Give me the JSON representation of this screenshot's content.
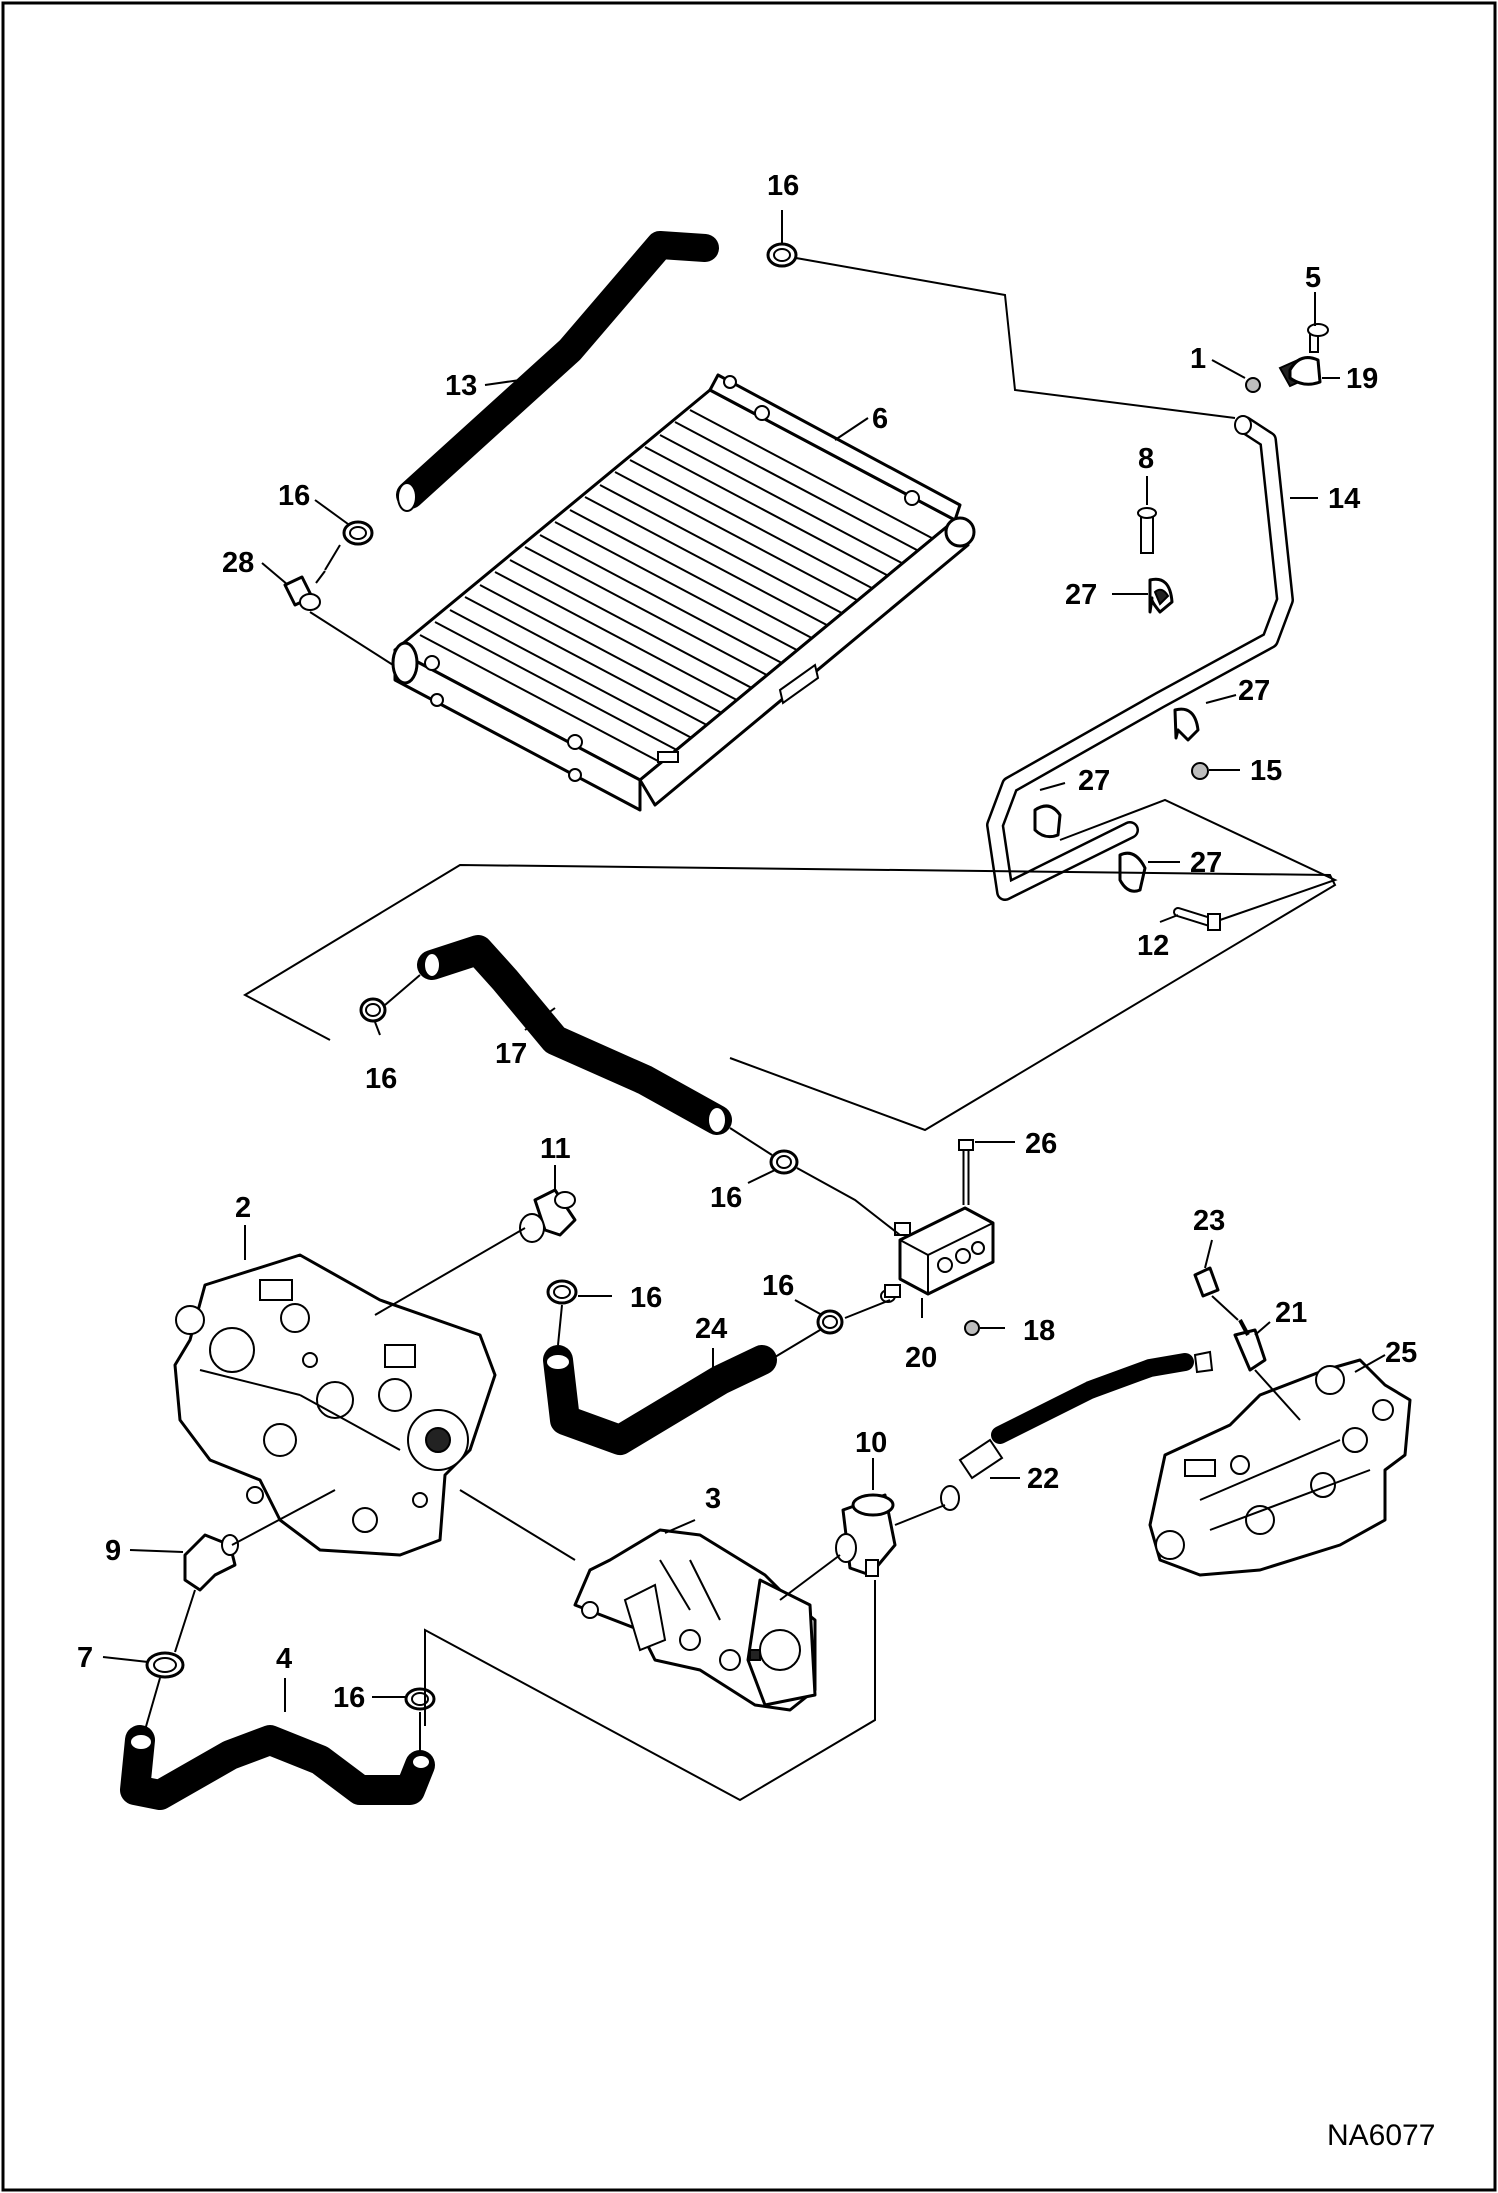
{
  "figure_id": "NA6077",
  "callouts": {
    "c1": "1",
    "c2": "2",
    "c3": "3",
    "c4": "4",
    "c5": "5",
    "c6": "6",
    "c7": "7",
    "c8": "8",
    "c9": "9",
    "c10": "10",
    "c11": "11",
    "c12": "12",
    "c13": "13",
    "c14": "14",
    "c15": "15",
    "c16_top": "16",
    "c16_rad": "16",
    "c16_hose17": "16",
    "c16_mid": "16",
    "c16_pump": "16",
    "c16_block": "16",
    "c16_bottom": "16",
    "c17": "17",
    "c18": "18",
    "c19": "19",
    "c20": "20",
    "c21": "21",
    "c22": "22",
    "c23": "23",
    "c24": "24",
    "c25": "25",
    "c26": "26",
    "c27_a": "27",
    "c27_b": "27",
    "c27_c": "27",
    "c27_d": "27",
    "c28": "28"
  }
}
